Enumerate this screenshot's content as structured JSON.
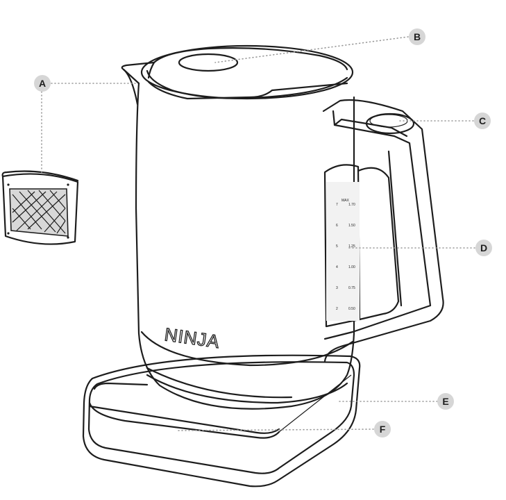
{
  "callouts": {
    "a": "A",
    "b": "B",
    "c": "C",
    "d": "D",
    "e": "E",
    "f": "F"
  },
  "brand_logo": "NINJA",
  "water_window": {
    "cups": [
      "7",
      "6",
      "5",
      "4",
      "3",
      "2"
    ],
    "litres": [
      "1.70",
      "1.50",
      "1.25",
      "1.00",
      "0.75",
      "0.50"
    ],
    "max_label": "MAX"
  }
}
